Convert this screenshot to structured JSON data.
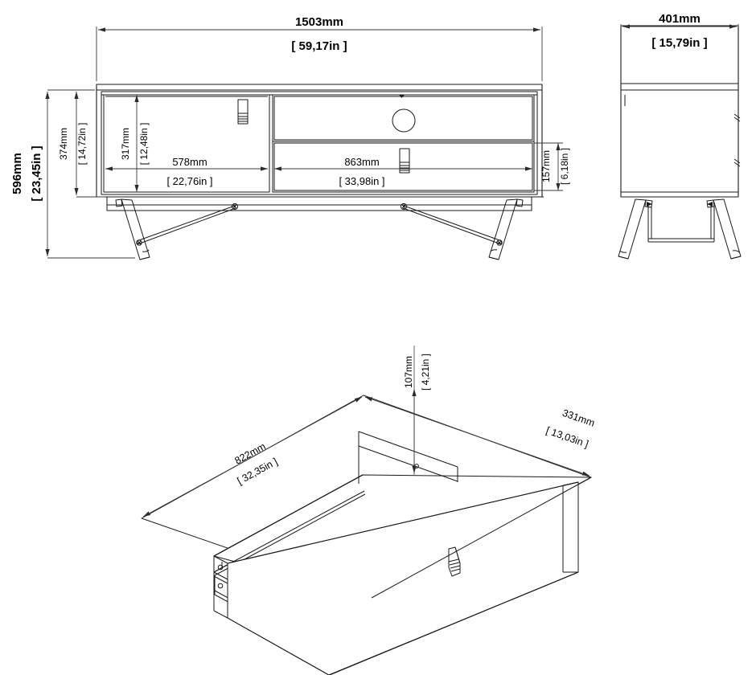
{
  "drawing": {
    "title": "TV stand / sideboard dimension drawing",
    "units_primary": "mm",
    "units_secondary": "in",
    "decimal_separator": ","
  },
  "views": {
    "front": {
      "name": "front-elevation",
      "overall_width": {
        "mm": "1503mm",
        "in": "[ 59,17in ]"
      },
      "overall_height": {
        "mm": "596mm",
        "in": "[ 23,45in ]"
      },
      "body_height": {
        "mm": "374mm",
        "in": "[ 14,72in ]"
      },
      "opening_height": {
        "mm": "317mm",
        "in": "[ 12,48in ]"
      },
      "left_door_width": {
        "mm": "578mm",
        "in": "[ 22,76in ]"
      },
      "right_section_width": {
        "mm": "863mm",
        "in": "[ 33,98in ]"
      },
      "drawer_front_height": {
        "mm": "157mm",
        "in": "[ 6,18in ]"
      }
    },
    "side": {
      "name": "side-elevation",
      "depth": {
        "mm": "401mm",
        "in": "[ 15,79in ]"
      }
    },
    "drawer_iso": {
      "name": "drawer-isometric",
      "length": {
        "mm": "822mm",
        "in": "[ 32,35in ]"
      },
      "width": {
        "mm": "331mm",
        "in": "[ 13,03in ]"
      },
      "height": {
        "mm": "107mm",
        "in": "[ 4,21in ]"
      }
    }
  },
  "colors": {
    "line": "#1a1a1a",
    "dimension_line": "#3a3a3a",
    "background": "#ffffff"
  },
  "icons": {
    "handle": "drawer-handle-icon",
    "knob": "round-knob-icon",
    "screw": "screw-icon"
  }
}
